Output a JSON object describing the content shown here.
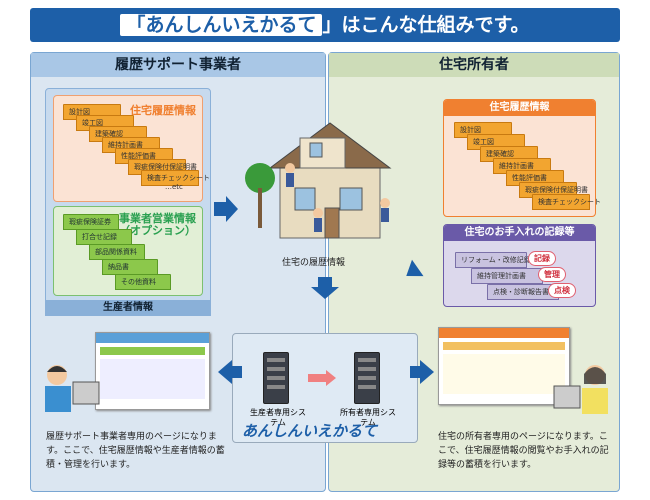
{
  "title": {
    "prefix": "「",
    "brand": "あんしんいえかるて",
    "suffix": "」はこんな仕組みです。"
  },
  "left": {
    "header": "履歴サポート事業者",
    "house_history": {
      "title": "住宅履歴情報",
      "items": [
        "設計図",
        "竣工図",
        "建築確認",
        "維持計画書",
        "性能評価書",
        "瑕疵保険付保証明書",
        "検査チェックシート"
      ],
      "etc": "…etc"
    },
    "business": {
      "title": "事業者営業情報",
      "subtitle": "（オプション）",
      "items": [
        "瑕疵保険証券",
        "打合せ記録",
        "部品関係資料",
        "納品書",
        "その他資料"
      ]
    },
    "footer": "生産者情報",
    "description": "履歴サポート事業者専用のページになります。ここで、住宅履歴情報や生産者情報の蓄積・管理を行います。"
  },
  "center": {
    "house_label": "住宅の履歴情報",
    "server_left": "生産者専用システム",
    "server_right": "所有者専用システム",
    "logo": "あんしんいえかるて"
  },
  "right": {
    "header": "住宅所有者",
    "house_history": {
      "title": "住宅履歴情報",
      "items": [
        "設計図",
        "竣工図",
        "建築確認",
        "維持計画書",
        "性能評価書",
        "瑕疵保険付保証明書",
        "検査チェックシート"
      ]
    },
    "maintenance": {
      "title": "住宅のお手入れの記録等",
      "items": [
        "リフォーム・改修記録",
        "維持管理計画書",
        "点検・診断報告書"
      ],
      "tags": [
        "記録",
        "管理",
        "点検"
      ]
    },
    "description": "住宅の所有者専用のページになります。ここで、住宅履歴情報の閲覧やお手入れの記録等の蓄積を行います。"
  },
  "colors": {
    "blue": "#1d5fa8",
    "orange": "#f08030",
    "green": "#2aa050",
    "purple": "#6a5aa8"
  }
}
